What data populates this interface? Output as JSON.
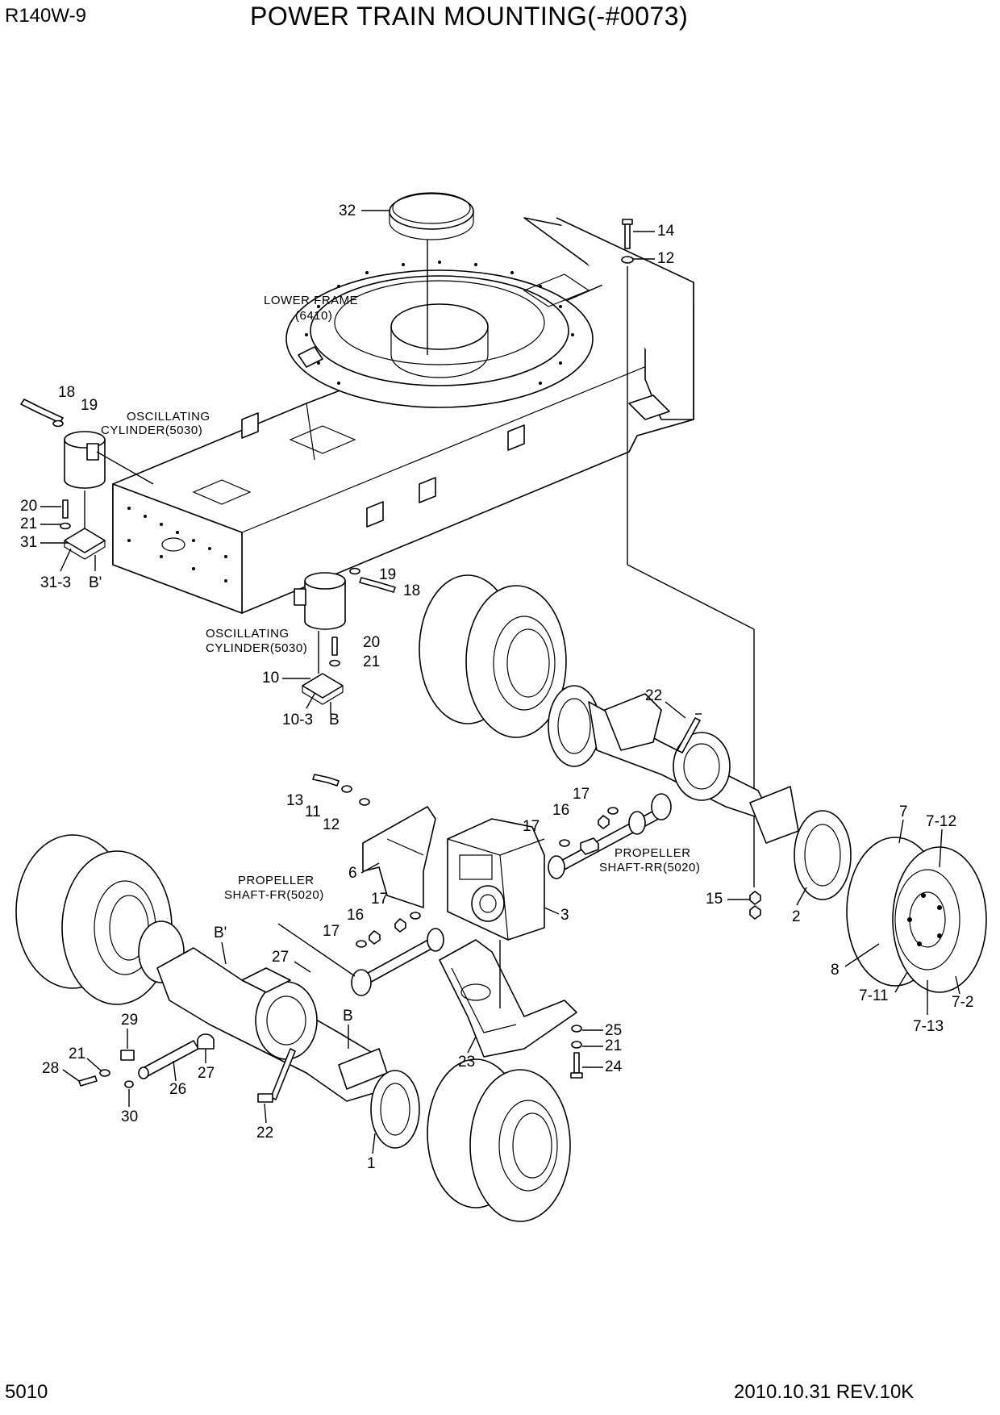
{
  "header": {
    "model": "R140W-9",
    "title": "POWER TRAIN MOUNTING(-#0073)"
  },
  "footer": {
    "page_number": "5010",
    "revision": "2010.10.31 REV.10K"
  },
  "notes": {
    "lower_frame": [
      "LOWER FRAME",
      "(6410)"
    ],
    "osc_cyl_upper": [
      "OSCILLATING",
      "CYLINDER(5030)"
    ],
    "osc_cyl_lower": [
      "OSCILLATING",
      "CYLINDER(5030)"
    ],
    "prop_rr": [
      "PROPELLER",
      "SHAFT-RR(5020)"
    ],
    "prop_fr": [
      "PROPELLER",
      "SHAFT-FR(5020)"
    ]
  },
  "callouts": [
    "32",
    "14",
    "12",
    "18",
    "19",
    "20",
    "21",
    "31",
    "31-3",
    "B'",
    "19",
    "18",
    "20",
    "21",
    "10",
    "10-3",
    "B",
    "22",
    "13",
    "11",
    "12",
    "6",
    "17",
    "16",
    "17",
    "3",
    "7",
    "7-12",
    "15",
    "2",
    "8",
    "7-11",
    "7-2",
    "7-13",
    "17",
    "16",
    "17",
    "B'",
    "27",
    "29",
    "21",
    "28",
    "26",
    "27",
    "30",
    "B",
    "22",
    "1",
    "25",
    "21",
    "24",
    "23"
  ]
}
